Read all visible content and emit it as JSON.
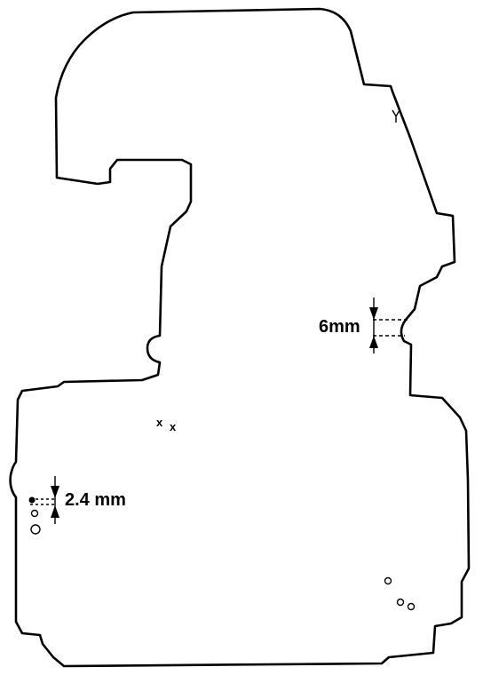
{
  "diagram": {
    "annotations": {
      "upper_gap": "6mm",
      "left_gap": "2.4 mm"
    },
    "marks": {
      "cross": "x",
      "tab_mark": "Y"
    }
  }
}
